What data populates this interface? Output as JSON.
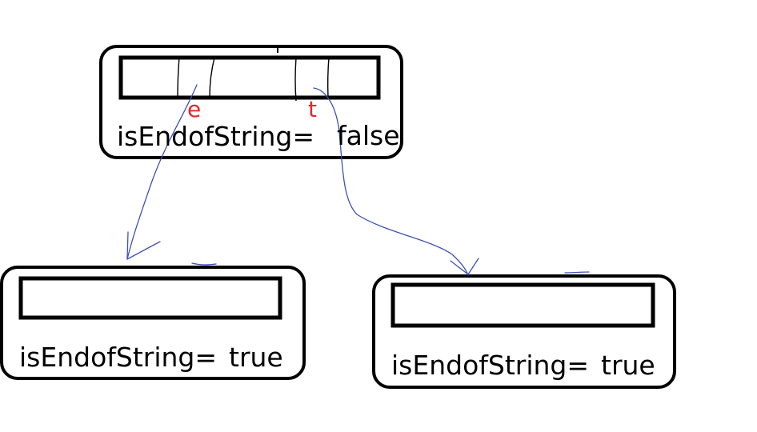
{
  "colors": {
    "stroke": "#000000",
    "arrow": "#3f51b5",
    "char_label": "#e8262c",
    "background": "#ffffff"
  },
  "root": {
    "chars": [
      "e",
      "t"
    ],
    "label": "isEndofString=",
    "value": "false"
  },
  "left_child": {
    "label": "isEndofString=",
    "value": "true"
  },
  "right_child": {
    "label": "isEndofString=",
    "value": "true"
  }
}
